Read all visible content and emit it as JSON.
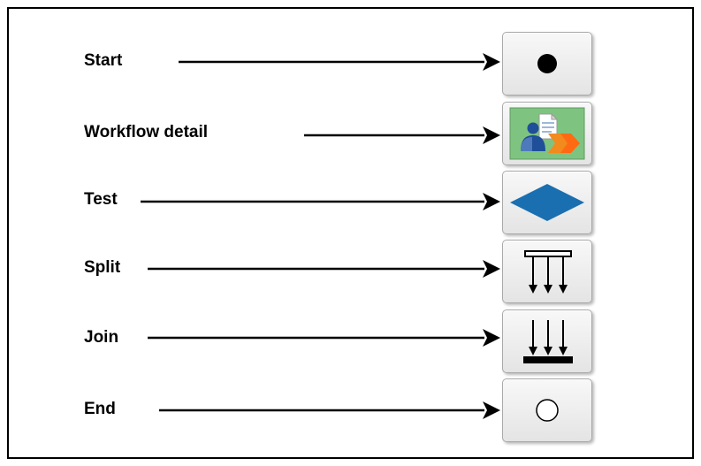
{
  "palette": {
    "frame_border": "#000000",
    "arrow": "#000000",
    "button_face": "#ececec",
    "workflow_icon_bg": "#7fc381",
    "test_diamond": "#1a6fb0"
  },
  "palette_items": [
    {
      "label": "Start",
      "icon": "filled-circle-icon"
    },
    {
      "label": "Workflow detail",
      "icon": "workflow-detail-icon"
    },
    {
      "label": "Test",
      "icon": "diamond-icon"
    },
    {
      "label": "Split",
      "icon": "split-icon"
    },
    {
      "label": "Join",
      "icon": "join-icon"
    },
    {
      "label": "End",
      "icon": "hollow-circle-icon"
    }
  ]
}
